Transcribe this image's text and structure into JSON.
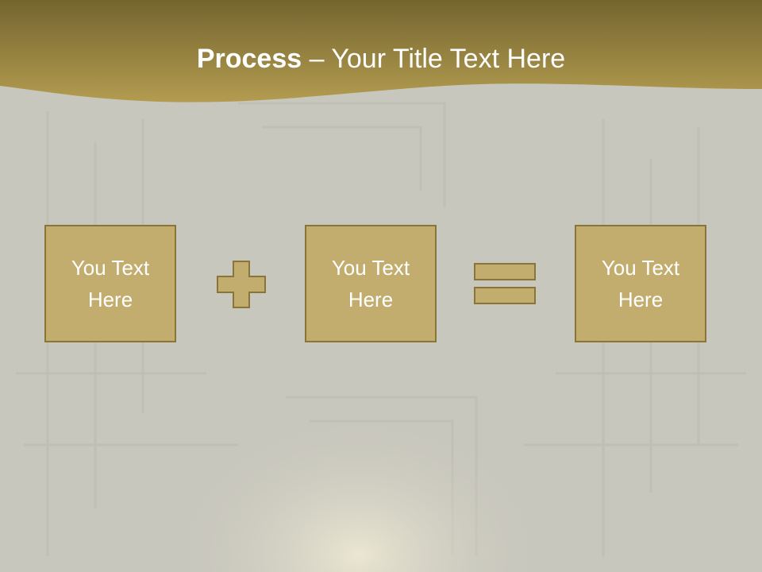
{
  "slide": {
    "title_bold": "Process",
    "title_rest": " – Your Title Text Here",
    "colors": {
      "header_dark": "#7a6a33",
      "header_light": "#b59e4f",
      "box_fill": "#c3ad6e",
      "box_border": "#8a7538",
      "background": "#c8c7bd"
    }
  },
  "diagram": {
    "boxes": [
      {
        "text": "You Text Here"
      },
      {
        "text": "You Text Here"
      },
      {
        "text": "You Text Here"
      }
    ],
    "operators": [
      "plus-icon",
      "equals-icon"
    ]
  }
}
